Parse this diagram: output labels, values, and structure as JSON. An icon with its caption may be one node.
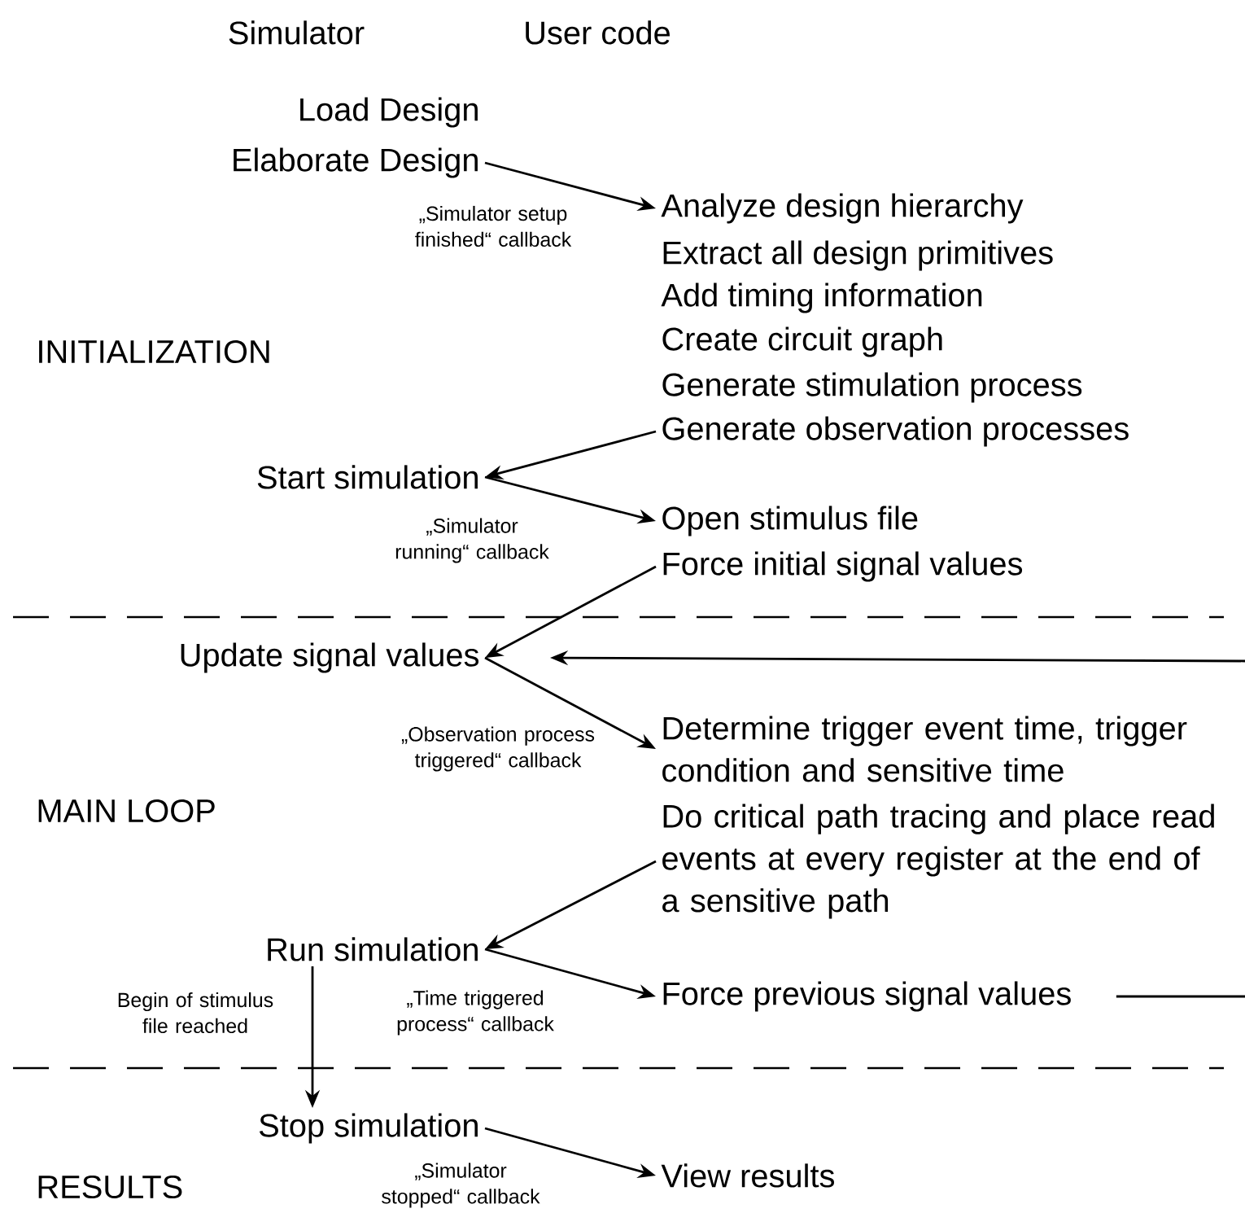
{
  "diagram": {
    "nodes": [
      {
        "text": [
          "Load Design"
        ]
      },
      {
        "text": [
          "Elaborate Design"
        ]
      },
      {
        "text": [
          "Analyze design hierarchy"
        ]
      },
      {
        "text": [
          "Extract all design primitives"
        ]
      },
      {
        "text": [
          "Add timing information"
        ]
      },
      {
        "text": [
          "Create circuit graph"
        ]
      },
      {
        "text": [
          "Generate stimulation process"
        ]
      },
      {
        "text": [
          "Generate observation processes"
        ]
      },
      {
        "text": [
          "Start simulation"
        ]
      },
      {
        "text": [
          "Open stimulus file"
        ]
      },
      {
        "text": [
          "Force initial signal values"
        ]
      },
      {
        "text": [
          "Update signal values"
        ]
      },
      {
        "text": [
          "Determine trigger event time, trigger condition and sensitive time"
        ]
      },
      {
        "text": [
          "Do critical path tracing and place read events at every register at the end of a sensitive path"
        ]
      },
      {
        "text": [
          "Run simulation"
        ]
      },
      {
        "text": [
          "Force previous signal values"
        ]
      },
      {
        "text": [
          "Stop simulation"
        ]
      },
      {
        "text": [
          "View results"
        ]
      }
    ],
    "edges": [
      {
        "from": 1,
        "to": 2,
        "arrow": "to",
        "label": "„Simulator setup finished“ callback"
      },
      {
        "from": 7,
        "to": 8,
        "arrow": "to"
      },
      {
        "from": 8,
        "to": 9,
        "arrow": "to",
        "label": "„Simulator running“ callback"
      },
      {
        "from": 10,
        "to": 11,
        "arrow": "to"
      },
      {
        "from": 11,
        "to": 12,
        "arrow": "to",
        "label": "„Observation process triggered“ callback"
      },
      {
        "from": 13,
        "to": 14,
        "arrow": "to"
      },
      {
        "from": 14,
        "to": 15,
        "arrow": "to",
        "label": "„Time triggered process“ callback"
      },
      {
        "from": 14,
        "to": 16,
        "arrow": "to",
        "label": "Begin of stimulus file reached"
      },
      {
        "from": 16,
        "to": 17,
        "arrow": "to",
        "label": "„Simulator stopped“ callback"
      },
      {
        "from": 15,
        "to": null,
        "arrow": "none"
      },
      {
        "from": null,
        "to": 11,
        "arrow": "to"
      }
    ],
    "labels": [
      "Simulator",
      "User code",
      "INITIALIZATION",
      "MAIN LOOP",
      "RESULTS"
    ]
  }
}
